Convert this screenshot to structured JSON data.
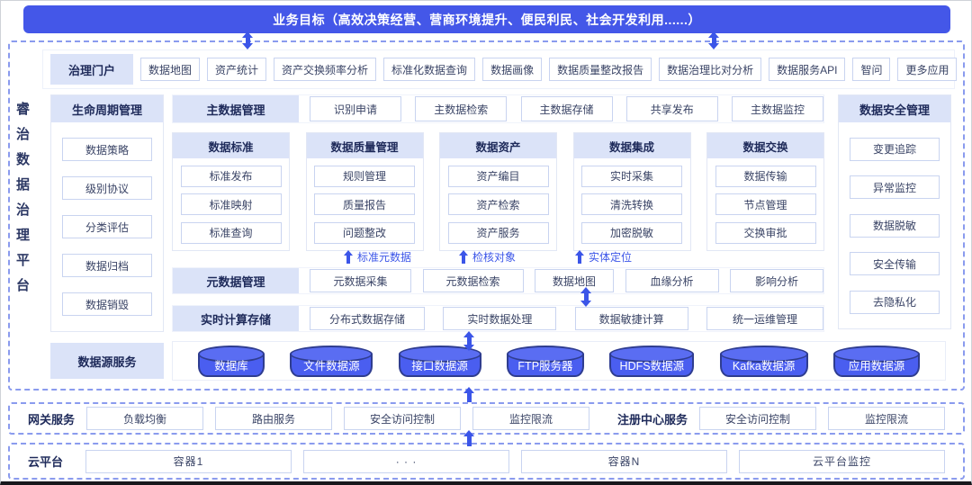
{
  "banner": {
    "text": "业务目标（高效决策经营、营商环境提升、便民利民、社会开发利用......）"
  },
  "platform": {
    "title": "睿治数据治理平台"
  },
  "portal": {
    "label": "治理门户",
    "apps": [
      "数据地图",
      "资产统计",
      "资产交换频率分析",
      "标准化数据查询",
      "数据画像",
      "数据质量整改报告",
      "数据治理比对分析",
      "数据服务API",
      "智问",
      "更多应用"
    ]
  },
  "lifecycle": {
    "label": "生命周期管理",
    "items": [
      "数据策略",
      "级别协议",
      "分类评估",
      "数据归档",
      "数据销毁"
    ]
  },
  "master_data": {
    "label": "主数据管理",
    "items": [
      "识别申请",
      "主数据检索",
      "主数据存储",
      "共享发布",
      "主数据监控"
    ]
  },
  "function_columns": [
    {
      "label": "数据标准",
      "items": [
        "标准发布",
        "标准映射",
        "标准查询"
      ]
    },
    {
      "label": "数据质量管理",
      "items": [
        "规则管理",
        "质量报告",
        "问题整改"
      ]
    },
    {
      "label": "数据资产",
      "items": [
        "资产编目",
        "资产检索",
        "资产服务"
      ]
    },
    {
      "label": "数据集成",
      "items": [
        "实时采集",
        "清洗转换",
        "加密脱敏"
      ]
    },
    {
      "label": "数据交换",
      "items": [
        "数据传输",
        "节点管理",
        "交换审批"
      ]
    }
  ],
  "flow_labels": [
    "标准元数据",
    "检核对象",
    "实体定位"
  ],
  "metadata": {
    "label": "元数据管理",
    "items": [
      "元数据采集",
      "元数据检索",
      "数据地图",
      "血缘分析",
      "影响分析"
    ]
  },
  "realtime": {
    "label": "实时计算存储",
    "items": [
      "分布式数据存储",
      "实时数据处理",
      "数据敏捷计算",
      "统一运维管理"
    ]
  },
  "security": {
    "label": "数据安全管理",
    "items": [
      "变更追踪",
      "异常监控",
      "数据脱敏",
      "安全传输",
      "去隐私化"
    ]
  },
  "datasource": {
    "label": "数据源服务",
    "items": [
      "数据库",
      "文件数据源",
      "接口数据源",
      "FTP服务器",
      "HDFS数据源",
      "Kafka数据源",
      "应用数据源"
    ]
  },
  "gateway": {
    "label": "网关服务",
    "items": [
      "负载均衡",
      "路由服务",
      "安全访问控制",
      "监控限流"
    ],
    "registry_label": "注册中心服务",
    "registry_items": [
      "安全访问控制",
      "监控限流"
    ]
  },
  "cloud": {
    "label": "云平台",
    "items": [
      "容器1",
      "· · ·",
      "容器N",
      "云平台监控"
    ]
  },
  "colors": {
    "primary_blue": "#4457e8",
    "arrow_blue": "#3b55e8",
    "band_bg": "#dbe3f8",
    "chip_border": "#c9d4f0",
    "dashed_border": "#8a9bee",
    "cylinder_fill": "#4a5ef0",
    "cylinder_border": "#2f3d90",
    "dark_text": "#1e2a5a"
  }
}
